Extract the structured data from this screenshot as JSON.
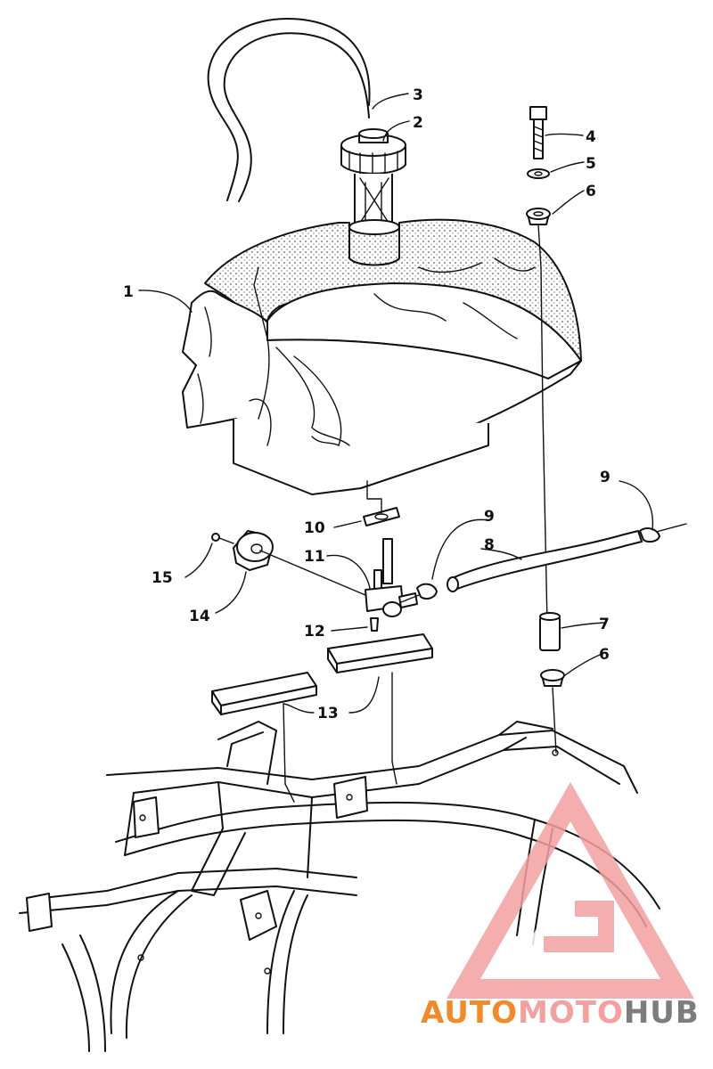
{
  "diagram": {
    "callouts": [
      {
        "id": "1",
        "label": "1"
      },
      {
        "id": "2",
        "label": "2"
      },
      {
        "id": "3",
        "label": "3"
      },
      {
        "id": "4",
        "label": "4"
      },
      {
        "id": "5",
        "label": "5"
      },
      {
        "id": "6a",
        "label": "6"
      },
      {
        "id": "6b",
        "label": "6"
      },
      {
        "id": "7",
        "label": "7"
      },
      {
        "id": "8",
        "label": "8"
      },
      {
        "id": "9a",
        "label": "9"
      },
      {
        "id": "9b",
        "label": "9"
      },
      {
        "id": "10",
        "label": "10"
      },
      {
        "id": "11",
        "label": "11"
      },
      {
        "id": "12",
        "label": "12"
      },
      {
        "id": "13",
        "label": "13"
      },
      {
        "id": "14",
        "label": "14"
      },
      {
        "id": "15",
        "label": "15"
      }
    ]
  },
  "watermark": {
    "part1": "AUTO",
    "part2": "MOTO",
    "part3": "HUB",
    "colors": {
      "accent": "#f08a2a",
      "secondary": "#f3a0a0",
      "dark": "#7d7d7d"
    }
  }
}
